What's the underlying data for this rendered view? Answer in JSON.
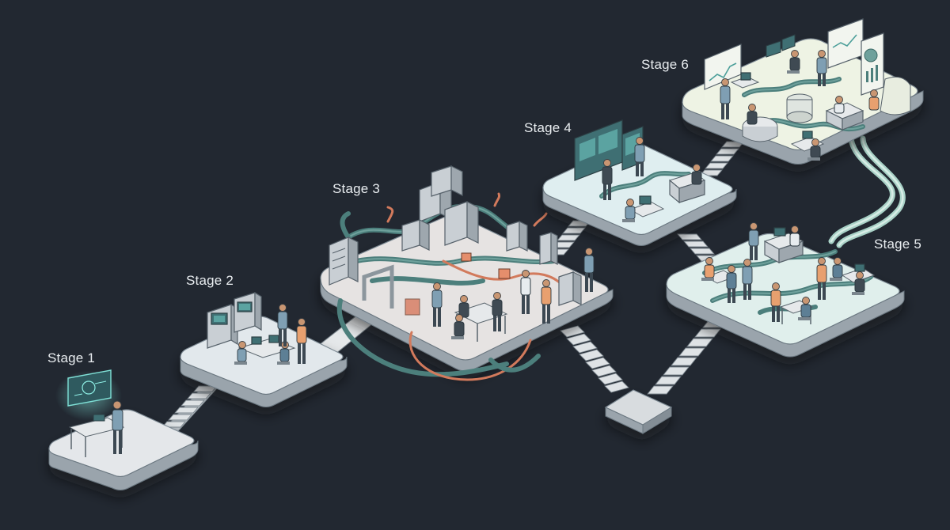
{
  "diagram": {
    "stages": [
      {
        "id": "stage-1",
        "label": "Stage 1"
      },
      {
        "id": "stage-2",
        "label": "Stage 2"
      },
      {
        "id": "stage-3",
        "label": "Stage 3"
      },
      {
        "id": "stage-4",
        "label": "Stage 4"
      },
      {
        "id": "stage-5",
        "label": "Stage 5"
      },
      {
        "id": "stage-6",
        "label": "Stage 6"
      }
    ],
    "colors": {
      "background": "#222831",
      "platform_light": "#e4e7ea",
      "platform_mint": "#dfeeea",
      "platform_cream": "#eef3e4",
      "pipe_teal": "#4c7f7c",
      "pipe_orange": "#d27a5c",
      "pipe_light": "#a9d2c7",
      "label_text": "#e9edf0"
    },
    "icons": [
      "staircase-icon",
      "server-rack-icon",
      "monitor-icon",
      "person-icon",
      "desk-icon",
      "pipe-icon"
    ]
  }
}
